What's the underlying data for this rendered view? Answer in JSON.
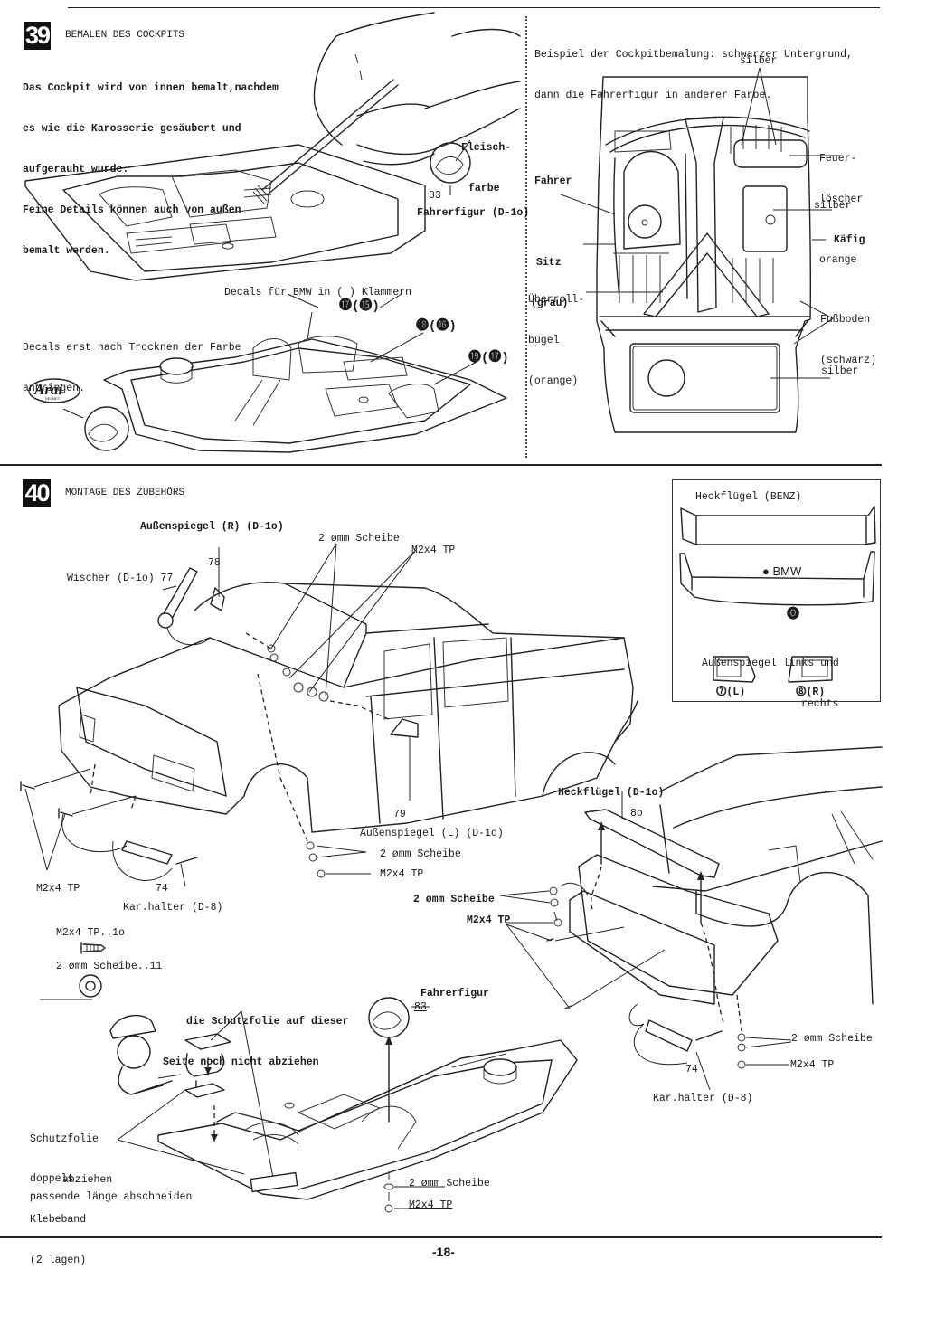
{
  "page": {
    "page_number": "-18-"
  },
  "step39": {
    "number": "39",
    "title": "BEMALEN DES COCKPITS",
    "intro_lines": [
      "Das Cockpit wird von innen bemalt,nachdem",
      "es wie die Karosserie gesäubert und",
      "aufgerauht wurde.",
      "Feine Details können auch von außen",
      "bemalt werden."
    ],
    "fleisch_label": [
      "Fleisch-",
      "farbe"
    ],
    "part_83": "83",
    "fahrerfigur_label": "Fahrerfigur (D-1o)",
    "decals_bmw_label": "Decals für BMW in ( ) Klammern",
    "decal_callouts": [
      "⓱(⓯)",
      "⓲(⓰)",
      "⓳(⓱)"
    ],
    "decals_note_lines": [
      "Decals erst nach Trocknen der Farbe",
      "anbringen."
    ],
    "arai_logo": "Arai",
    "arai_sub": "HELMET",
    "example": {
      "caption_lines": [
        "Beispiel der Cockpitbemalung: schwarzer Untergrund,",
        "dann die Fahrerfigur in anderer Farbe."
      ],
      "labels": {
        "silber_top": "silber",
        "feuerloescher": [
          "Feuer-",
          "löscher"
        ],
        "fahrer": "Fahrer",
        "silber_mid": "silber",
        "sitz": [
          "Sitz",
          "(grau)"
        ],
        "kaefig": "Käfig",
        "orange": "orange",
        "ueberroll": [
          "Überroll-",
          "bügel",
          "(orange)"
        ],
        "fussboden": [
          "Fußboden",
          "(schwarz)"
        ],
        "silber_bottom": "silber"
      }
    }
  },
  "step40": {
    "number": "40",
    "title": "MONTAGE DES ZUBEHÖRS",
    "labels": {
      "aussenspiegel_r": "Außenspiegel (R) (D-1o)",
      "scheibe_top": "2 ømm Scheibe",
      "m2x4_top": "M2x4 TP",
      "wischer": "Wischer (D-1o) 77",
      "part_78": "78",
      "part_79": "79",
      "aussenspiegel_l": "Außenspiegel (L) (D-1o)",
      "scheibe_mid": "2 ømm Scheibe",
      "m2x4_mid": "M2x4 TP",
      "m2x4_left": "M2x4 TP",
      "part_74_left": "74",
      "karhalter_left": "Kar.halter (D-8)",
      "heckfluegel": "Heckflügel (D-1o)",
      "part_80": "8o",
      "scheibe_rear": "2 ømm Scheibe",
      "m2x4_rear": "M2x4 TP",
      "scheibe_right": "2 ømm Scheibe",
      "m2x4_right": "M2x4 TP",
      "part_74_right": "74",
      "karhalter_right": "Kar.halter (D-8)"
    },
    "parts_legend": [
      {
        "label": "M2x4 TP..1o",
        "icon": "screw-icon"
      },
      {
        "label": "2 ømm Scheibe..11",
        "icon": "washer-icon"
      }
    ],
    "inset": {
      "title": "Heckflügel (BENZ)",
      "bmw_label": "BMW",
      "decal_mark": "⓿",
      "mirror_title_lines": [
        "Außenspiegel links und",
        "rechts"
      ],
      "mirror_left": "⓻(L)",
      "mirror_right": "⓼(R)"
    },
    "cockpit_mount": {
      "schutzfolie_note_lines": [
        "die Schutzfolie auf dieser",
        "Seite noch nicht abziehen"
      ],
      "fahrerfigur": "Fahrerfigur",
      "part_83": "83",
      "schutzfolie_abziehen": [
        "Schutzfolie",
        "abziehen"
      ],
      "klebeband": [
        "doppels.",
        "Klebeband",
        "(2 lagen)"
      ],
      "passende": "passende länge abschneiden",
      "scheibe": "2 ømm Scheibe",
      "m2x4": "M2x4 TP"
    }
  }
}
